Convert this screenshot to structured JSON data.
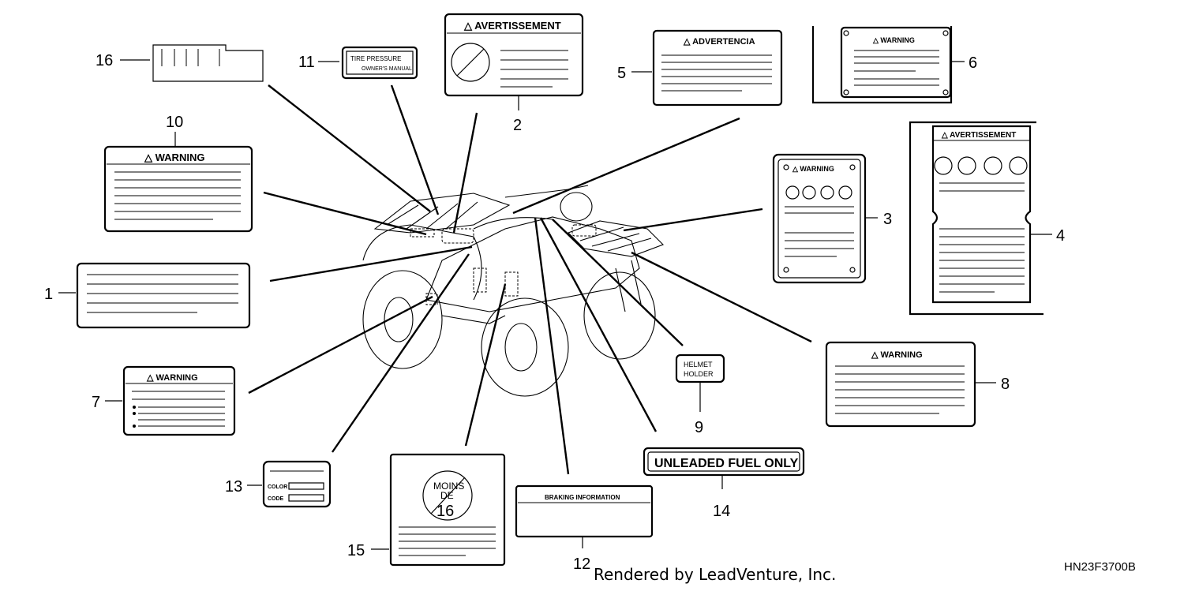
{
  "callouts": [
    "1",
    "2",
    "3",
    "4",
    "5",
    "6",
    "7",
    "8",
    "9",
    "10",
    "11",
    "12",
    "13",
    "14",
    "15",
    "16"
  ],
  "labels": {
    "warning": "△ WARNING",
    "avertissement": "△ AVERTISSEMENT",
    "advertencia": "△ ADVERTENCIA",
    "tire_pressure": "TIRE PRESSURE",
    "owners_manual": "OWNER'S MANUAL",
    "helmet_line1": "HELMET",
    "helmet_line2": "HOLDER",
    "unleaded": "UNLEADED FUEL ONLY",
    "braking": "BRAKING INFORMATION",
    "color": "COLOR",
    "code": "CODE",
    "moins_line1": "MOINS",
    "moins_line2": "DE",
    "moins_line3": "16"
  },
  "footer": {
    "rendered_by": "Rendered by LeadVenture, Inc.",
    "drawing_id": "HN23F3700B"
  }
}
